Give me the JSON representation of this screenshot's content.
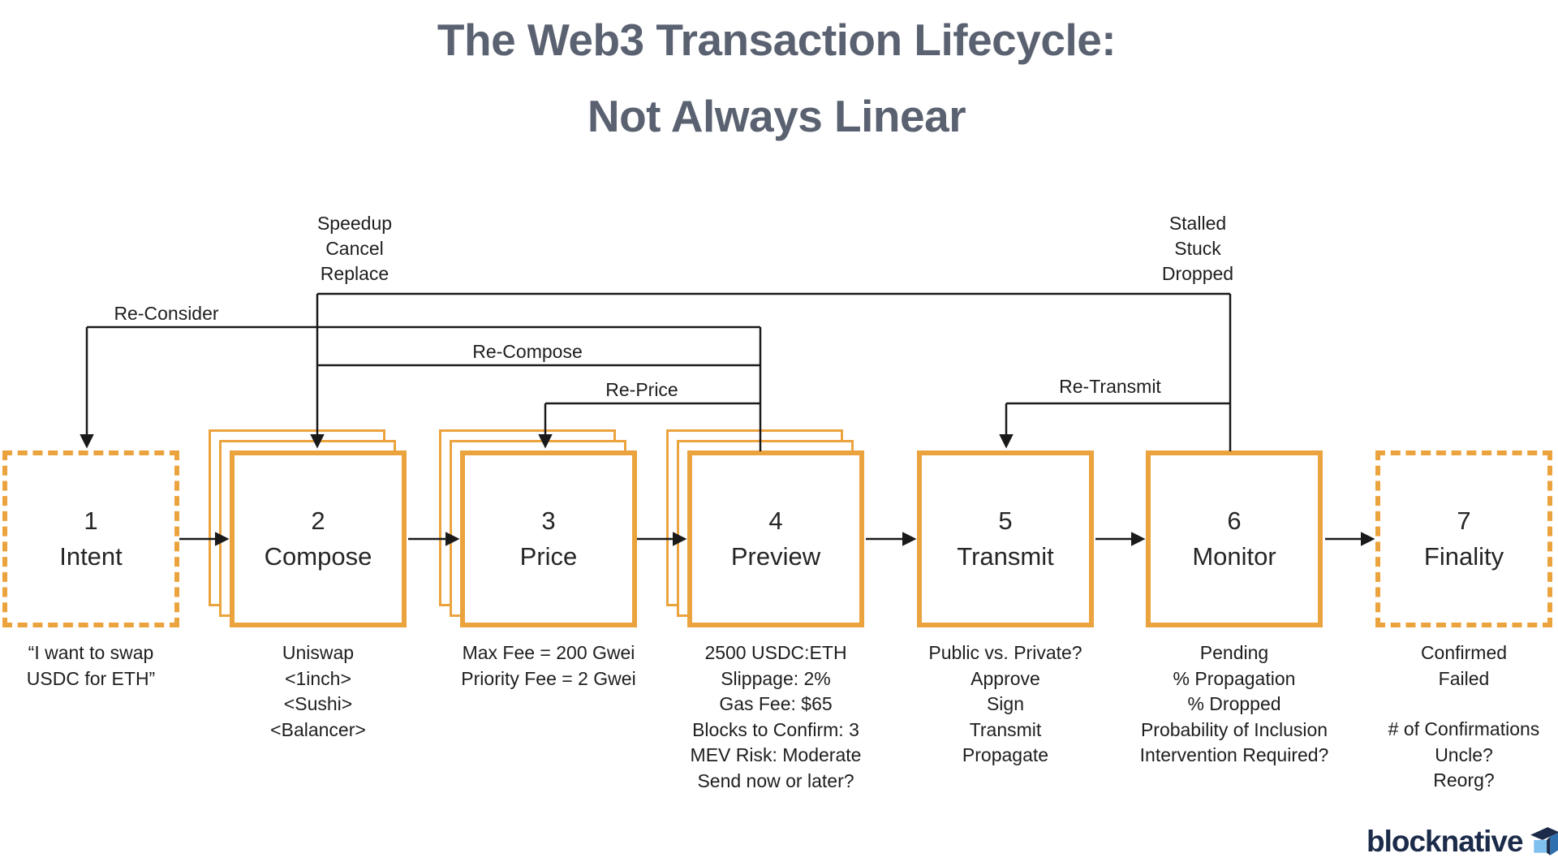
{
  "title": {
    "line1": "The Web3 Transaction Lifecycle:",
    "line2": "Not Always Linear"
  },
  "colors": {
    "orange": "#EBA33E",
    "ink": "#1E1E1E",
    "line": "#1A1A1A",
    "title_gray": "#5A6170",
    "navy": "#1C2B4A",
    "logo_blue_light": "#7FC0EE",
    "logo_blue_mid": "#2E6FB0"
  },
  "annotations": {
    "speedup": [
      "Speedup",
      "Cancel",
      "Replace"
    ],
    "stalled": [
      "Stalled",
      "Stuck",
      "Dropped"
    ],
    "re_consider": "Re-Consider",
    "re_compose": "Re-Compose",
    "re_price": "Re-Price",
    "re_transmit": "Re-Transmit"
  },
  "stages": [
    {
      "number": "1",
      "name": "Intent",
      "style": "dashed",
      "details": [
        "“I want to swap",
        "USDC for ETH”"
      ]
    },
    {
      "number": "2",
      "name": "Compose",
      "style": "stacked",
      "details": [
        "Uniswap",
        "<1inch>",
        "<Sushi>",
        "<Balancer>"
      ]
    },
    {
      "number": "3",
      "name": "Price",
      "style": "stacked",
      "details": [
        "Max Fee = 200 Gwei",
        "Priority Fee = 2 Gwei"
      ]
    },
    {
      "number": "4",
      "name": "Preview",
      "style": "stacked",
      "details": [
        "2500 USDC:ETH",
        "Slippage: 2%",
        "Gas Fee: $65",
        "Blocks to Confirm: 3",
        "MEV Risk: Moderate",
        "Send now or later?"
      ]
    },
    {
      "number": "5",
      "name": "Transmit",
      "style": "solid",
      "details": [
        "Public vs. Private?",
        "Approve",
        "Sign",
        "Transmit",
        "Propagate"
      ]
    },
    {
      "number": "6",
      "name": "Monitor",
      "style": "solid",
      "details": [
        "Pending",
        "% Propagation",
        "% Dropped",
        "Probability of Inclusion",
        "Intervention Required?"
      ]
    },
    {
      "number": "7",
      "name": "Finality",
      "style": "dashed",
      "details": [
        "Confirmed",
        "Failed"
      ],
      "details2": [
        "# of Confirmations",
        "Uncle?",
        "Reorg?"
      ]
    }
  ],
  "logo": {
    "wordmark": "blocknative"
  }
}
